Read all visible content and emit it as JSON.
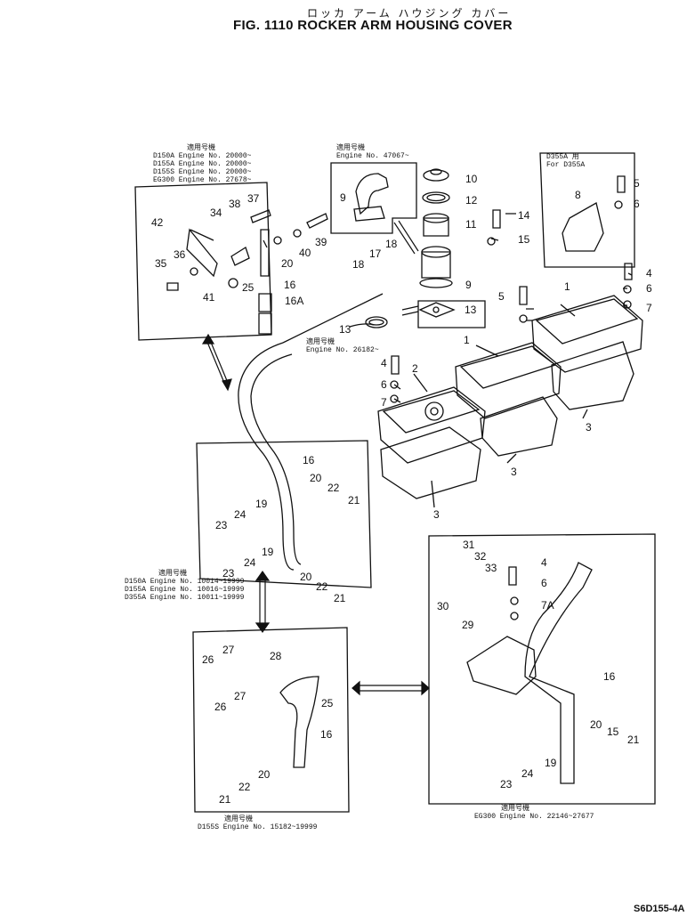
{
  "title_jp": "ロッカ アーム ハウジング カバー",
  "title_en": "FIG. 1110  ROCKER ARM HOUSING COVER",
  "drawing_code": "S6D155-4A",
  "applicability": {
    "top_left": [
      "適用号機",
      "D150A  Engine  No.  20000~",
      "D155A  Engine  No.  20000~",
      "D155S  Engine  No.  20000~",
      "EG300  Engine  No.  27678~"
    ],
    "top_mid": [
      "適用号機",
      "Engine  No.  47067~"
    ],
    "top_right": [
      "D355A 用",
      "For  D355A"
    ],
    "engine_26182": [
      "適用号機",
      "Engine  No.  26182~"
    ],
    "mid_left": [
      "適用号機",
      "D150A  Engine  No.  10014~19999",
      "D155A  Engine  No.  10016~19999",
      "D355A  Engine  No.  10011~19999"
    ],
    "bottom_left": [
      "適用号機",
      "D155S  Engine  No.  15182~19999"
    ],
    "bottom_right": [
      "適用号機",
      "EG300  Engine  No.  22146~27677"
    ]
  },
  "callouts": {
    "c1a": "1",
    "c1b": "1",
    "c2": "2",
    "c3a": "3",
    "c3b": "3",
    "c3c": "3",
    "c4a": "4",
    "c4b": "4",
    "c5a": "5",
    "c5b": "5",
    "c6a": "6",
    "c6b": "6",
    "c6c": "6",
    "c7a": "7",
    "c7b": "7",
    "c8": "8",
    "c9a": "9",
    "c9b": "9",
    "c10": "10",
    "c11": "11",
    "c12": "12",
    "c13a": "13",
    "c13b": "13",
    "c14": "14",
    "c15": "15",
    "c16a": "16",
    "c16b": "16",
    "c16c": "16",
    "c16d": "16",
    "c16e": "16A",
    "c17": "17",
    "c18a": "18",
    "c18b": "18",
    "c19a": "19",
    "c19b": "19",
    "c19c": "19",
    "c20a": "20",
    "c20b": "20",
    "c20c": "20",
    "c20d": "20",
    "c20e": "20",
    "c21a": "21",
    "c21b": "21",
    "c21c": "21",
    "c21d": "21",
    "c22a": "22",
    "c22b": "22",
    "c22c": "22",
    "c23a": "23",
    "c23b": "23",
    "c23c": "23",
    "c24a": "24",
    "c24b": "24",
    "c24c": "24",
    "c25a": "25",
    "c25b": "25",
    "c26a": "26",
    "c26b": "26",
    "c27a": "27",
    "c27b": "27",
    "c28": "28",
    "c29": "29",
    "c30": "30",
    "c31": "31",
    "c32": "32",
    "c33": "33",
    "c34": "34",
    "c35": "35",
    "c36": "36",
    "c37": "37",
    "c38": "38",
    "c39": "39",
    "c40": "40",
    "c41": "41",
    "c42": "42",
    "c4c": "4",
    "c6d": "6",
    "c7A": "7A",
    "c15b": "15"
  }
}
